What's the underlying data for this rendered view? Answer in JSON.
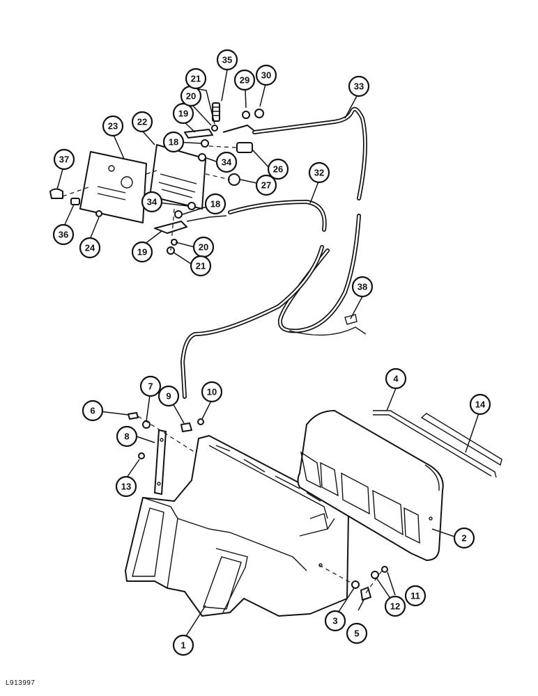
{
  "figure_ref": "L913997",
  "callouts": [
    {
      "label": "1"
    },
    {
      "label": "2"
    },
    {
      "label": "3"
    },
    {
      "label": "4"
    },
    {
      "label": "5"
    },
    {
      "label": "6"
    },
    {
      "label": "7"
    },
    {
      "label": "8"
    },
    {
      "label": "9"
    },
    {
      "label": "10"
    },
    {
      "label": "11"
    },
    {
      "label": "12"
    },
    {
      "label": "13"
    },
    {
      "label": "14"
    },
    {
      "label": "18"
    },
    {
      "label": "18"
    },
    {
      "label": "19"
    },
    {
      "label": "19"
    },
    {
      "label": "20"
    },
    {
      "label": "20"
    },
    {
      "label": "21"
    },
    {
      "label": "21"
    },
    {
      "label": "22"
    },
    {
      "label": "23"
    },
    {
      "label": "24"
    },
    {
      "label": "26"
    },
    {
      "label": "27"
    },
    {
      "label": "29"
    },
    {
      "label": "30"
    },
    {
      "label": "32"
    },
    {
      "label": "33"
    },
    {
      "label": "34"
    },
    {
      "label": "34"
    },
    {
      "label": "35"
    },
    {
      "label": "36"
    },
    {
      "label": "37"
    },
    {
      "label": "38"
    }
  ]
}
